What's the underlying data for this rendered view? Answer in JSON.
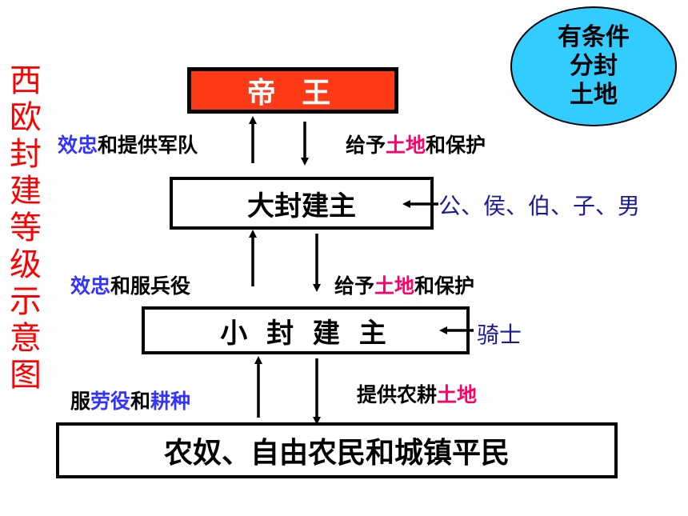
{
  "title_vertical": [
    "西",
    "欧",
    "封",
    "建",
    "等",
    "级",
    "示",
    "意",
    "图"
  ],
  "boxes": {
    "emperor": "帝 王",
    "great_lords": "大封建主",
    "lesser_lords": "小 封 建 主",
    "peasants": "农奴、自由农民和城镇平民"
  },
  "ellipse": {
    "line1": "有条件",
    "line2": "分封",
    "line3": "土地"
  },
  "labels": {
    "up1": {
      "a": "效忠",
      "b": "和提供军队"
    },
    "down1": {
      "a": "给予",
      "b": "土地",
      "c": "和保护"
    },
    "up2": {
      "a": "效忠",
      "b": "和服兵役"
    },
    "down2": {
      "a": "给予",
      "b": "土地",
      "c": "和保护"
    },
    "up3": {
      "a": "服",
      "b": "劳役",
      "c": "和",
      "d": "耕种"
    },
    "down3": {
      "a": "提供农耕",
      "b": "土地"
    }
  },
  "ranks": {
    "great": "公、侯、伯、子、男",
    "lesser": "骑士"
  },
  "colors": {
    "title": "#ff0000",
    "emperor_fill": "#ff3b17",
    "ellipse_fill": "#33ccff",
    "blue_text": "#3333ff",
    "pink_text": "#ff0066",
    "rank_text": "#1a1a99"
  }
}
